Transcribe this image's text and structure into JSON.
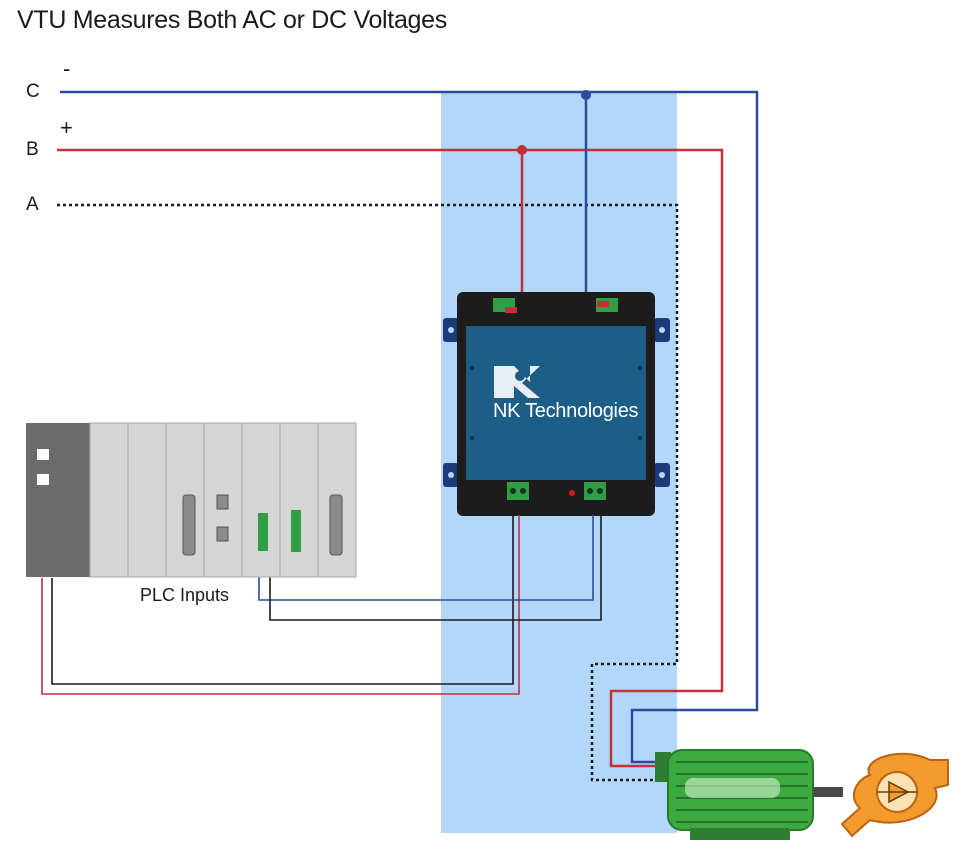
{
  "title": "VTU Measures Both AC or DC Voltages",
  "phases": [
    {
      "name": "C",
      "sign": "-"
    },
    {
      "name": "B",
      "sign": "+"
    },
    {
      "name": "A",
      "sign": ""
    }
  ],
  "device": {
    "brand": "NK Technologies",
    "logo": "nk-logo-icon"
  },
  "plc": {
    "label": "PLC Inputs"
  },
  "colors": {
    "blue_wire": "#2b4c9b",
    "red_wire": "#c2303a",
    "black_wire": "#1a1a1a",
    "highlight": "#b3d7fb",
    "device_body": "#1d5e86",
    "device_frame": "#1c1c1c",
    "motor": "#3cab3f",
    "pump": "#f39a2c"
  }
}
